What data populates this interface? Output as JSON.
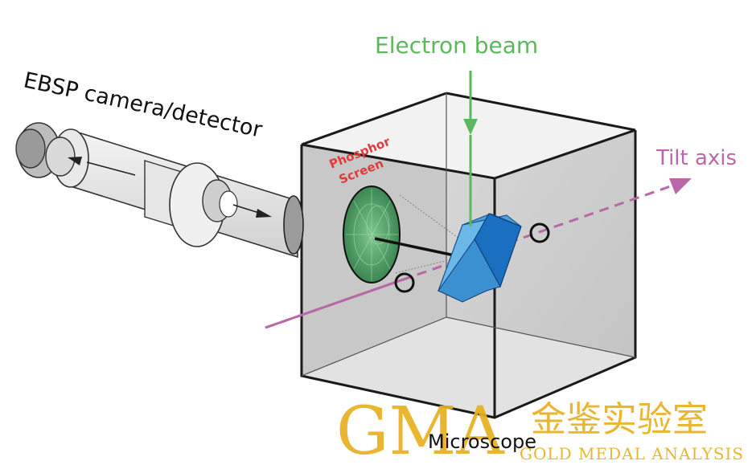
{
  "labels": {
    "electron_beam": "Electron beam",
    "tilt_axis": "Tilt axis",
    "ebsp_camera": "EBSP camera/detector",
    "phosphor_line1": "Phosphor",
    "phosphor_line2": "Screen",
    "microscope": "Microscope"
  },
  "watermark": {
    "logo": "GMA",
    "chinese": "金鉴实验室",
    "english": "GOLD MEDAL ANALYSIS"
  },
  "colors": {
    "beam": "#5cb85c",
    "tilt": "#b868a8",
    "phosphor_text": "#e03c3c",
    "watermark": "#e8b020",
    "box_face": "#cfcfcf",
    "sample_light": "#6bb8e8",
    "sample_dark": "#1a6fc0",
    "screen": "#3f8f58"
  }
}
